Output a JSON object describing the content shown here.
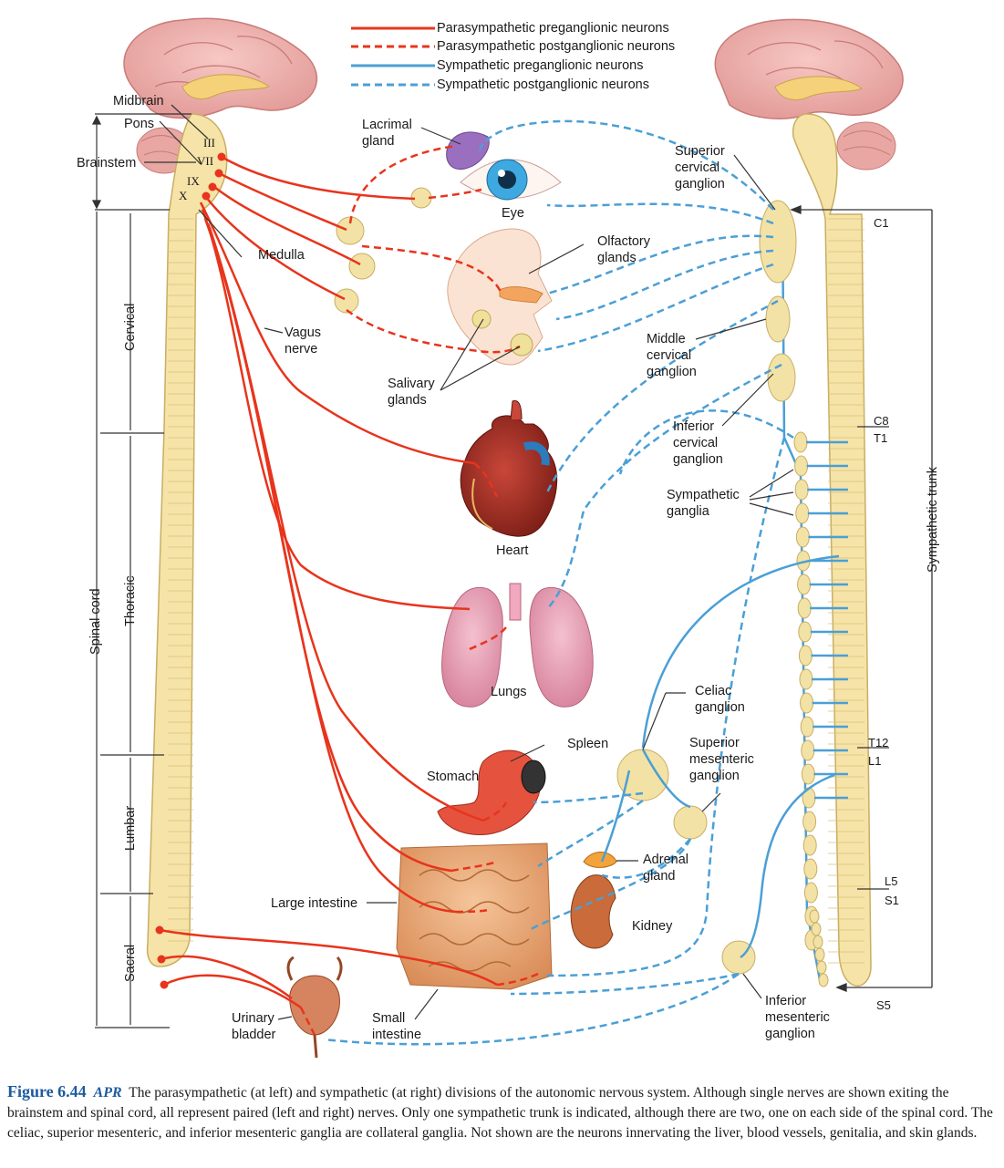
{
  "legend": [
    {
      "label": "Parasympathetic preganglionic neurons",
      "color": "#e8341c",
      "style": "solid"
    },
    {
      "label": "Parasympathetic postganglionic neurons",
      "color": "#e8341c",
      "style": "dashed"
    },
    {
      "label": "Sympathetic preganglionic neurons",
      "color": "#4b9fd5",
      "style": "solid"
    },
    {
      "label": "Sympathetic postganglionic neurons",
      "color": "#4b9fd5",
      "style": "dashed"
    }
  ],
  "labels": {
    "midbrain": "Midbrain",
    "pons": "Pons",
    "brainstem": "Brainstem",
    "medulla": "Medulla",
    "vagus": "Vagus\nnerve",
    "lacrimal": "Lacrimal\ngland",
    "eye": "Eye",
    "olfactory": "Olfactory\nglands",
    "salivary": "Salivary\nglands",
    "heart": "Heart",
    "lungs": "Lungs",
    "spleen": "Spleen",
    "stomach": "Stomach",
    "adrenal": "Adrenal\ngland",
    "kidney": "Kidney",
    "large_intestine": "Large intestine",
    "urinary_bladder": "Urinary\nbladder",
    "small_intestine": "Small\nintestine",
    "superior_cervical": "Superior\ncervical\nganglion",
    "middle_cervical": "Middle\ncervical\nganglion",
    "inferior_cervical": "Inferior\ncervical\nganglion",
    "sympathetic_ganglia": "Sympathetic\nganglia",
    "celiac": "Celiac\nganglion",
    "superior_mesenteric": "Superior\nmesenteric\nganglion",
    "inferior_mesenteric": "Inferior\nmesenteric\nganglion",
    "c1": "C1",
    "c8": "C8",
    "t1": "T1",
    "t12": "T12",
    "l1": "L1",
    "l5": "L5",
    "s1": "S1",
    "s5": "S5",
    "sympathetic_trunk": "Sympathetic trunk",
    "spinal_cord": "Spinal cord",
    "cervical": "Cervical",
    "thoracic": "Thoracic",
    "lumbar": "Lumbar",
    "sacral": "Sacral",
    "cn3": "III",
    "cn7": "VII",
    "cn9": "IX",
    "cn10": "X"
  },
  "caption": {
    "figure": "Figure 6.44",
    "apr": "APR",
    "text": "The parasympathetic (at left) and sympathetic (at right) divisions of the autonomic nervous system. Although single nerves are shown exiting the brainstem and spinal cord, all represent paired (left and right) nerves. Only one sympathetic trunk is indicated, although there are two, one on each side of the spinal cord. The celiac, superior mesenteric, and inferior mesenteric ganglia are collateral ganglia. Not shown are the neurons innervating the liver, blood vessels, genitalia, and skin glands."
  },
  "colors": {
    "parasympathetic": "#e8341c",
    "sympathetic": "#4b9fd5",
    "cord": "#f6e3a8",
    "brain": "#f0b3b0",
    "ganglion": "#f3e2a6"
  }
}
